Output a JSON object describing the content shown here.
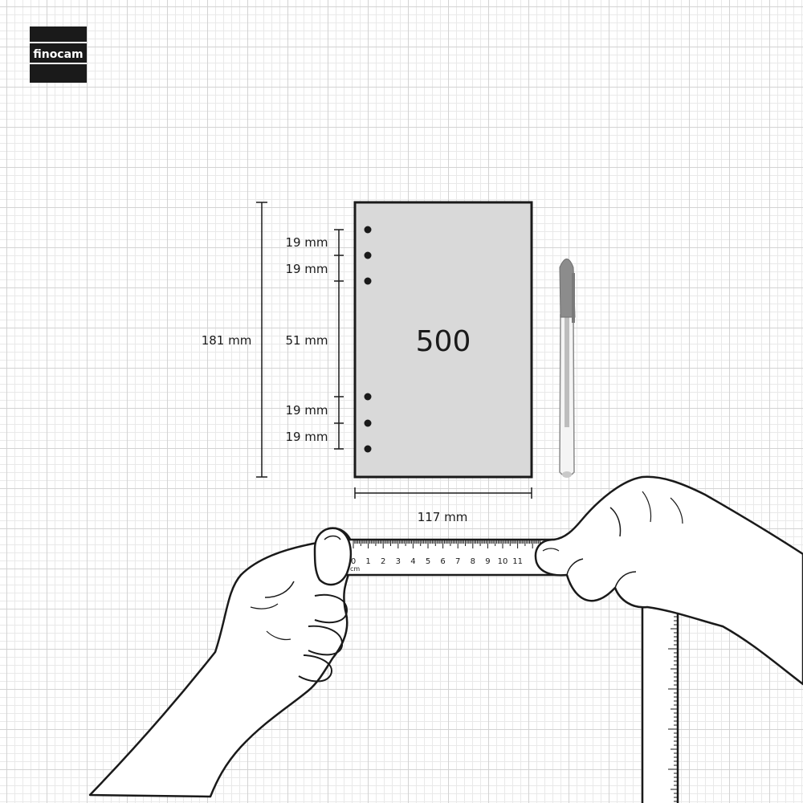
{
  "brand": {
    "logo_text": "finocam"
  },
  "sheet": {
    "format_label": "500",
    "width_label": "117 mm",
    "height_label": "181 mm",
    "hole_spacings": [
      "19 mm",
      "19 mm",
      "51 mm",
      "19 mm",
      "19 mm"
    ],
    "hole_count": 6
  },
  "ruler": {
    "ticks": [
      "0",
      "1",
      "2",
      "3",
      "4",
      "5",
      "6",
      "7",
      "8",
      "9",
      "10",
      "11"
    ],
    "unit": "cm"
  },
  "colors": {
    "sheet_fill": "#d9d9d9",
    "outline": "#1a1a1a",
    "logo_bg": "#1a1a1a",
    "logo_text": "#ffffff",
    "pen_cap": "#8c8c8c",
    "pen_barrel": "#bdbdbd"
  }
}
